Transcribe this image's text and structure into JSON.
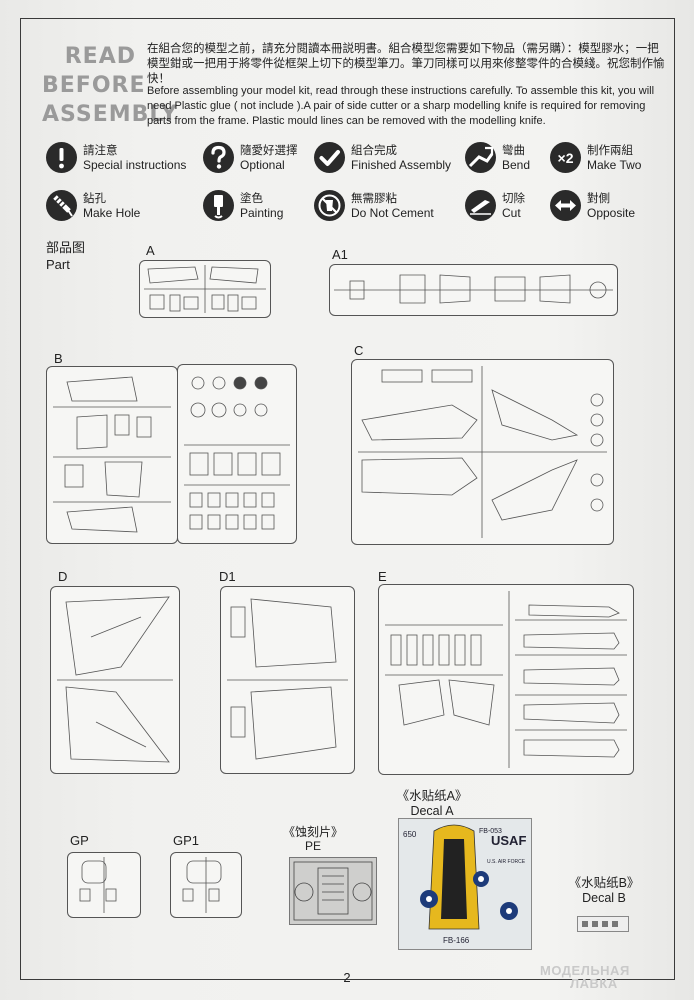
{
  "header": {
    "title_lines": [
      "READ",
      "BEFORE",
      "ASSEMBLY"
    ],
    "intro_cn": "在組合您的模型之前，請充分閱讀本冊説明書。組合模型您需要如下物品（需另購）：模型膠水；一把模型鉗或一把用于將零件從框架上切下的模型筆刀。筆刀同樣可以用來修整零件的合模綫。祝您制作愉快！",
    "intro_en": "Before assembling your model kit, read through these instructions carefully. To assemble this kit, you will need Plastic glue ( not include ).A pair of side cutter or a sharp modelling knife is required for removing parts from the frame. Plastic mould lines can be removed with the modelling knife."
  },
  "icons": [
    {
      "cn": "請注意",
      "en": "Special instructions",
      "icon": "exclamation-icon"
    },
    {
      "cn": "隨愛好選擇",
      "en": "Optional",
      "icon": "question-icon"
    },
    {
      "cn": "組合完成",
      "en": "Finished Assembly",
      "icon": "check-icon"
    },
    {
      "cn": "彎曲",
      "en": "Bend",
      "icon": "bend-icon"
    },
    {
      "cn": "制作兩組",
      "en": "Make Two",
      "icon": "make-two-icon",
      "symbol": "×2"
    },
    {
      "cn": "鉆孔",
      "en": "Make Hole",
      "icon": "drill-icon"
    },
    {
      "cn": "塗色",
      "en": "Painting",
      "icon": "paint-brush-icon"
    },
    {
      "cn": "無需膠粘",
      "en": "Do Not Cement",
      "icon": "no-glue-icon"
    },
    {
      "cn": "切除",
      "en": "Cut",
      "icon": "knife-icon"
    },
    {
      "cn": "對側",
      "en": "Opposite",
      "icon": "double-arrow-icon"
    }
  ],
  "parts": {
    "heading_cn": "部品图",
    "heading_en": "Part",
    "sprue_labels": [
      "A",
      "A1",
      "B",
      "C",
      "D",
      "D1",
      "E",
      "GP",
      "GP1"
    ],
    "pe_cn": "《蚀刻片》",
    "pe_en": "PE",
    "decal_a_cn": "《水贴纸A》",
    "decal_a_en": "Decal A",
    "decal_b_cn": "《水贴纸B》",
    "decal_b_en": "Decal B"
  },
  "decal_text": {
    "usaf": "USAF",
    "fb053": "FB-053",
    "fb166": "FB-166",
    "n650": "650",
    "airforce": "U.S. AIR FORCE"
  },
  "page_number": "2",
  "watermark": [
    "МОДЕЛЬНАЯ",
    "ЛАВКА"
  ]
}
